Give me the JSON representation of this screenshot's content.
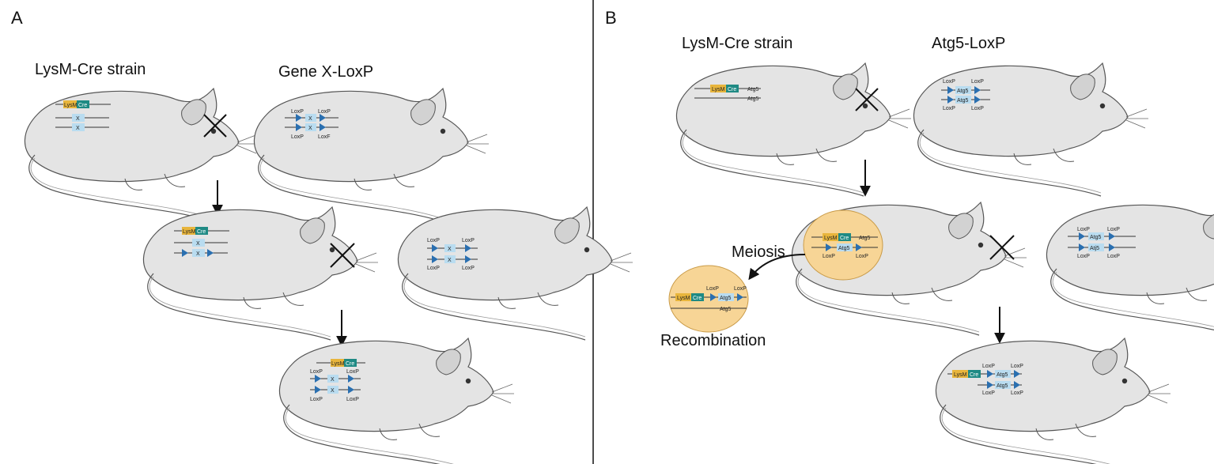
{
  "panel_a": {
    "letter": "A",
    "strain_left": "LysM-Cre strain",
    "strain_right": "Gene X-LoxP"
  },
  "panel_b": {
    "letter": "B",
    "strain_left": "LysM-Cre strain",
    "strain_right": "Atg5-LoxP",
    "meiosis_label": "Meiosis",
    "recombination_label": "Recombination"
  },
  "genes": {
    "lysm": "LysM",
    "cre": "Cre",
    "x": "X",
    "loxp": "LoxP",
    "loxf": "LoxF",
    "atg5": "Atg5",
    "atj5": "Atj5"
  },
  "colors": {
    "lysm": "#e8b53c",
    "cre": "#1f8a84",
    "gene_box": "#b9dcf0",
    "loxp_triangle": "#2a6fb0",
    "mouse_body": "#e6e6e6",
    "mouse_outline": "#555555",
    "cell_fill": "#f7d596",
    "arrow": "#111111"
  }
}
